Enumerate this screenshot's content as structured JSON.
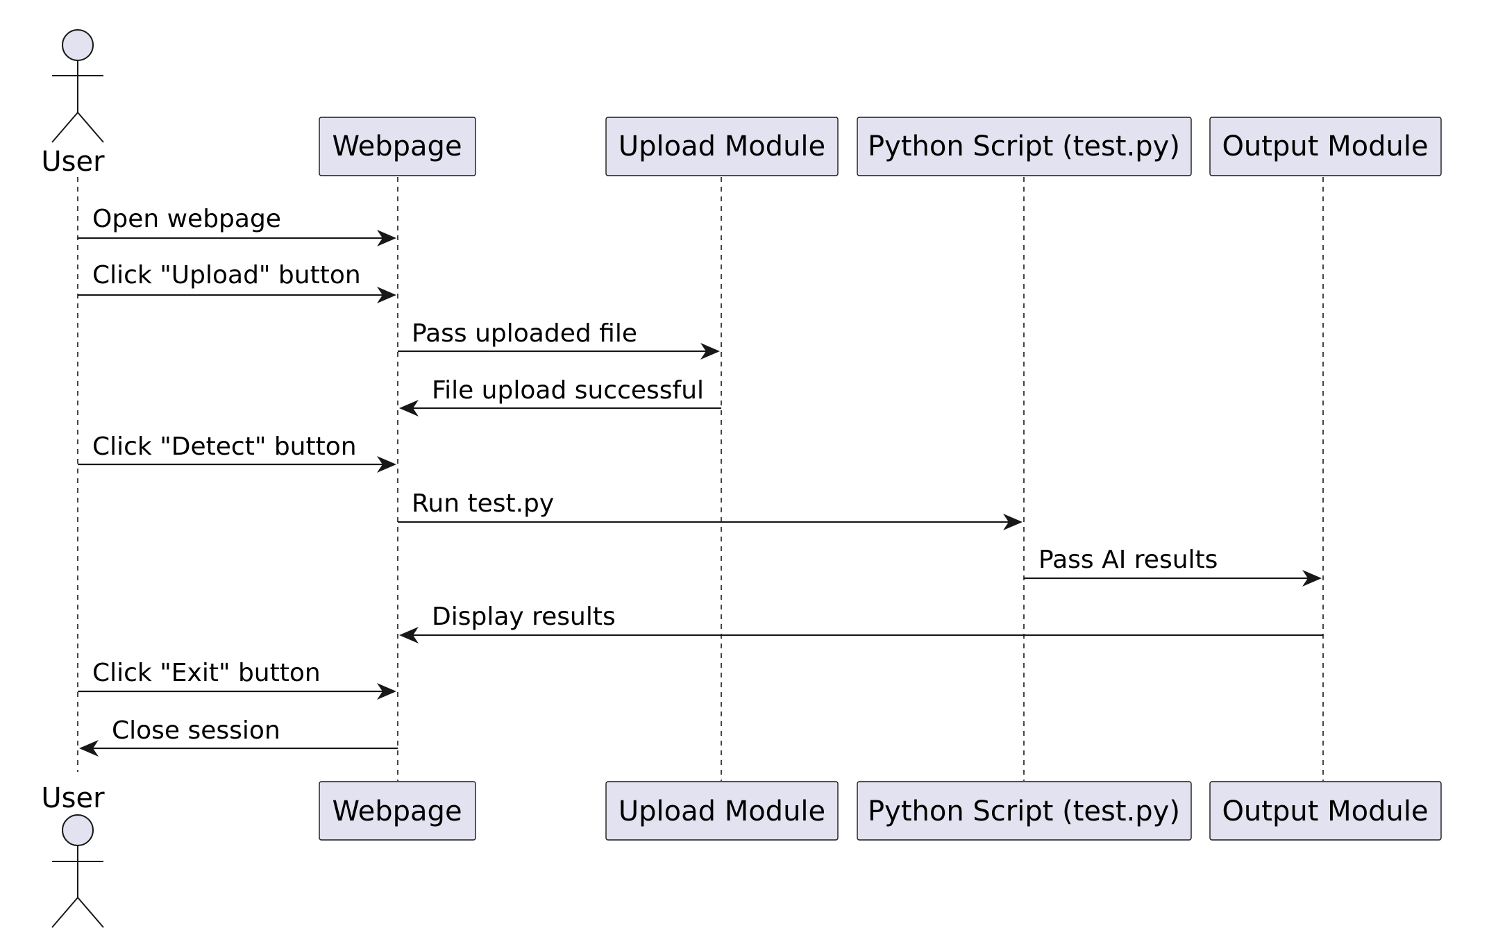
{
  "diagram": {
    "participants": [
      {
        "id": "user",
        "label": "User",
        "kind": "actor"
      },
      {
        "id": "webpage",
        "label": "Webpage",
        "kind": "participant"
      },
      {
        "id": "upload",
        "label": "Upload Module",
        "kind": "participant"
      },
      {
        "id": "python",
        "label": "Python Script (test.py)",
        "kind": "participant"
      },
      {
        "id": "output",
        "label": "Output Module",
        "kind": "participant"
      }
    ],
    "messages": [
      {
        "from": "user",
        "to": "webpage",
        "label": "Open webpage"
      },
      {
        "from": "user",
        "to": "webpage",
        "label": "Click \"Upload\" button"
      },
      {
        "from": "webpage",
        "to": "upload",
        "label": "Pass uploaded file"
      },
      {
        "from": "upload",
        "to": "webpage",
        "label": "File upload successful"
      },
      {
        "from": "user",
        "to": "webpage",
        "label": "Click \"Detect\" button"
      },
      {
        "from": "webpage",
        "to": "python",
        "label": "Run test.py"
      },
      {
        "from": "python",
        "to": "output",
        "label": "Pass AI results"
      },
      {
        "from": "output",
        "to": "webpage",
        "label": "Display results"
      },
      {
        "from": "user",
        "to": "webpage",
        "label": "Click \"Exit\" button"
      },
      {
        "from": "webpage",
        "to": "user",
        "label": "Close session"
      }
    ],
    "colors": {
      "participant_fill": "#e2e2f0",
      "line": "#181818",
      "text": "#000000"
    }
  }
}
